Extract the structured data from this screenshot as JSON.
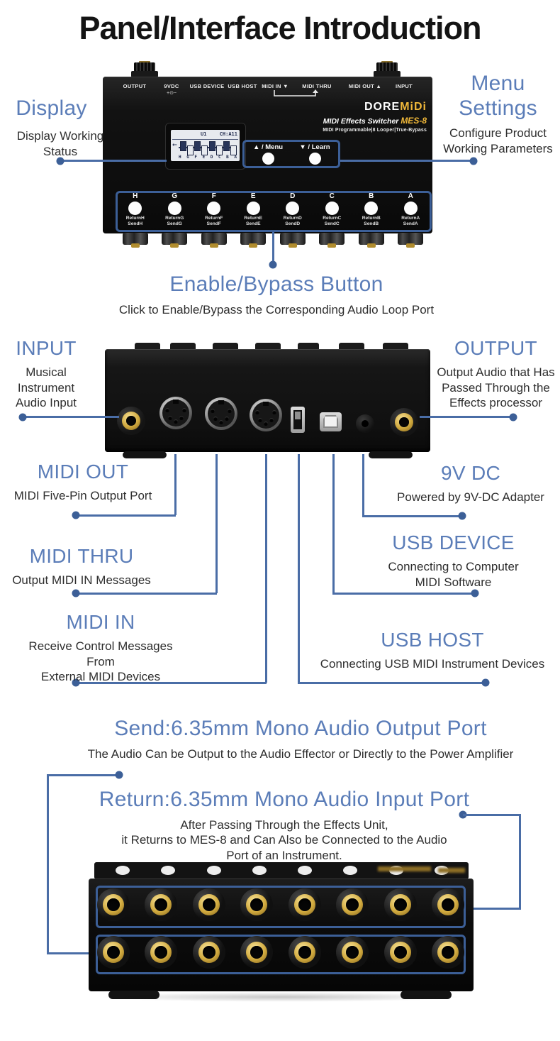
{
  "page": {
    "title": "Panel/Interface Introduction"
  },
  "colors": {
    "accent_blue": "#5b7db8",
    "line_blue": "#4a6da6",
    "brand_gold": "#f0b83a"
  },
  "device": {
    "brand_white": "DORE",
    "brand_gold": "MiDi",
    "product_name": "MIDI Effects Switcher",
    "model": "MES-8",
    "tagline": "MIDI Programmable|8 Looper|True-Bypass",
    "top_port_labels": [
      "OUTPUT",
      "9VDC",
      "USB DEVICE",
      "USB HOST",
      "MIDI IN ▼",
      "MIDI THRU",
      "MIDI OUT ▲",
      "INPUT"
    ],
    "dc_symbol": "+⊙−",
    "lcd": {
      "preset": "U1",
      "channel": "CH:A11",
      "arrow": "←",
      "letters": [
        "H",
        "G",
        "F",
        "E",
        "D",
        "C",
        "B",
        "A"
      ]
    },
    "menu_button_up": "▲ / Menu",
    "menu_button_down": "▼ / Learn",
    "loop_buttons": [
      {
        "letter": "H",
        "return": "ReturnH",
        "send": "SendH"
      },
      {
        "letter": "G",
        "return": "ReturnG",
        "send": "SendG"
      },
      {
        "letter": "F",
        "return": "ReturnF",
        "send": "SendF"
      },
      {
        "letter": "E",
        "return": "ReturnE",
        "send": "SendE"
      },
      {
        "letter": "D",
        "return": "ReturnD",
        "send": "SendD"
      },
      {
        "letter": "C",
        "return": "ReturnC",
        "send": "SendC"
      },
      {
        "letter": "B",
        "return": "ReturnB",
        "send": "SendB"
      },
      {
        "letter": "A",
        "return": "ReturnA",
        "send": "SendA"
      }
    ]
  },
  "callouts": {
    "display": {
      "heading": "Display",
      "line1": "Display Working",
      "line2": "Status"
    },
    "menu": {
      "heading1": "Menu",
      "heading2": "Settings",
      "line1": "Configure Product",
      "line2": "Working Parameters"
    },
    "enable": {
      "heading": "Enable/Bypass Button",
      "desc": "Click to Enable/Bypass the Corresponding Audio Loop Port"
    },
    "input": {
      "heading": "INPUT",
      "line1": "Musical",
      "line2": "Instrument",
      "line3": "Audio Input"
    },
    "output": {
      "heading": "OUTPUT",
      "line1": "Output Audio that Has",
      "line2": "Passed Through the",
      "line3": "Effects processor"
    },
    "midi_out": {
      "heading": "MIDI OUT",
      "desc": "MIDI Five-Pin Output Port"
    },
    "dc9v": {
      "heading": "9V DC",
      "desc": "Powered by 9V-DC Adapter"
    },
    "midi_thru": {
      "heading": "MIDI THRU",
      "desc": "Output MIDI IN Messages"
    },
    "usb_device": {
      "heading": "USB DEVICE",
      "line1": "Connecting to Computer",
      "line2": "MIDI Software"
    },
    "midi_in": {
      "heading": "MIDI IN",
      "line1": "Receive Control Messages From",
      "line2": "External MIDI Devices"
    },
    "usb_host": {
      "heading": "USB HOST",
      "desc": "Connecting USB MIDI Instrument Devices"
    },
    "send": {
      "heading": "Send:6.35mm Mono Audio Output Port",
      "desc": "The Audio Can be Output to the Audio Effector or Directly to the Power Amplifier"
    },
    "return": {
      "heading": "Return:6.35mm Mono Audio Input Port",
      "line1": "After Passing Through the Effects Unit,",
      "line2": "it Returns to MES-8 and Can Also be Connected to the Audio",
      "line3": "Port of an Instrument."
    }
  }
}
